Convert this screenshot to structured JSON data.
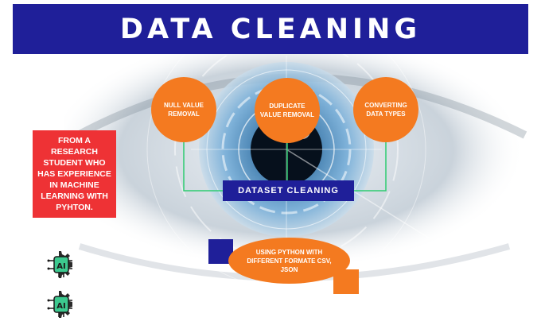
{
  "header": {
    "title": "DATA CLEANING"
  },
  "side_note": {
    "text": "FROM A RESEARCH STUDENT WHO HAS EXPERIENCE IN MACHINE LEARNING WITH PYHTON."
  },
  "steps": [
    {
      "label": "NULL VALUE REMOVAL"
    },
    {
      "label": "DUPLICATE VALUE REMOVAL"
    },
    {
      "label": "CONVERTING DATA TYPES"
    }
  ],
  "center": {
    "label": "DATASET CLEANING"
  },
  "bottom_note": {
    "text": "USING PYTHON WITH DIFFERENT FORMATE CSV, JSON"
  },
  "icons": [
    "ai-chip-gear-icon",
    "ai-chip-gear-icon"
  ],
  "colors": {
    "navy": "#1f1f99",
    "orange": "#f47a20",
    "red": "#ee3235",
    "connector": "#2ecc71",
    "icon_green": "#3cc98f"
  }
}
